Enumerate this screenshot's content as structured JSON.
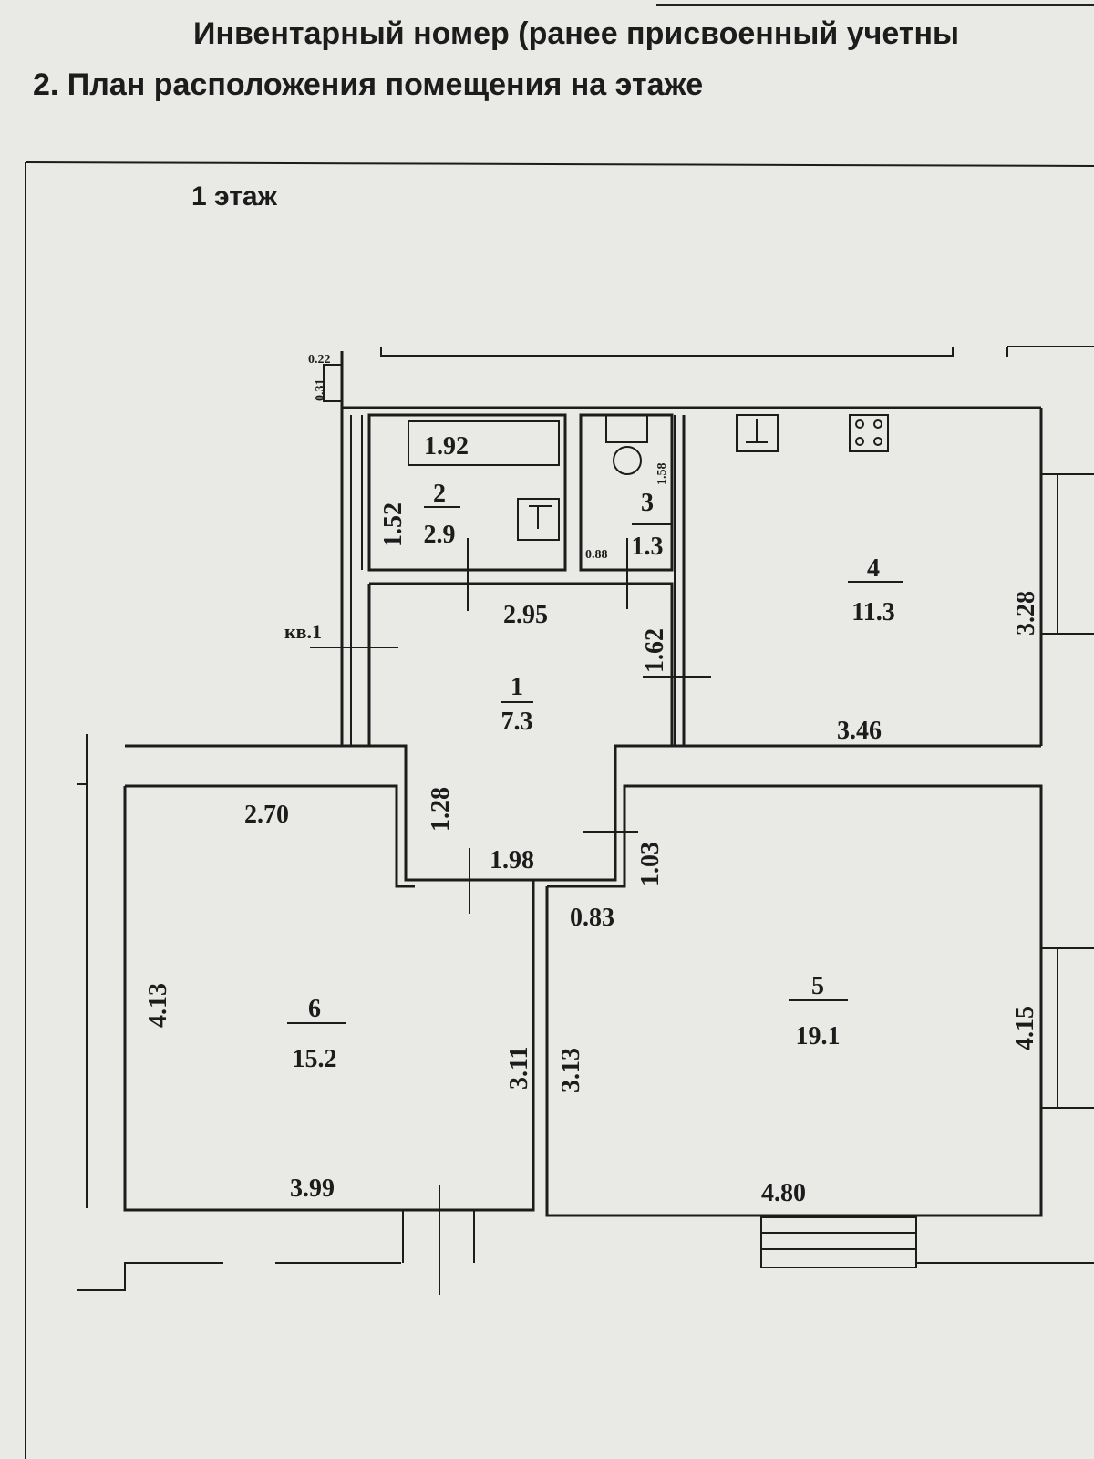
{
  "header": {
    "inventory_label": "Инвентарный номер (ранее присвоенный учетны",
    "section_title": "2. План расположения помещения на этаже"
  },
  "plan": {
    "floor_label": "1 этаж",
    "flat_label": "кв.1",
    "rooms": [
      {
        "number": "1",
        "area": "7.3"
      },
      {
        "number": "2",
        "area": "2.9"
      },
      {
        "number": "3",
        "area": "1.3"
      },
      {
        "number": "4",
        "area": "11.3"
      },
      {
        "number": "5",
        "area": "19.1"
      },
      {
        "number": "6",
        "area": "15.2"
      }
    ],
    "dimensions": {
      "bath_width": "1.92",
      "bath_depth": "1.52",
      "wc_depth": "1.58",
      "wc_door": "0.88",
      "hall_width": "2.95",
      "hall_depth": "1.62",
      "kitchen_depth": "3.28",
      "kitchen_width": "3.46",
      "room6_top": "2.70",
      "corridor_depth": "1.28",
      "corridor_width": "1.98",
      "corridor_side": "1.03",
      "gap": "0.83",
      "room6_depth": "4.13",
      "room6_inner": "3.11",
      "room5_inner": "3.13",
      "room5_depth": "4.15",
      "room6_width": "3.99",
      "room5_width": "4.80",
      "vent_a": "0.22",
      "vent_b": "0.31"
    }
  }
}
